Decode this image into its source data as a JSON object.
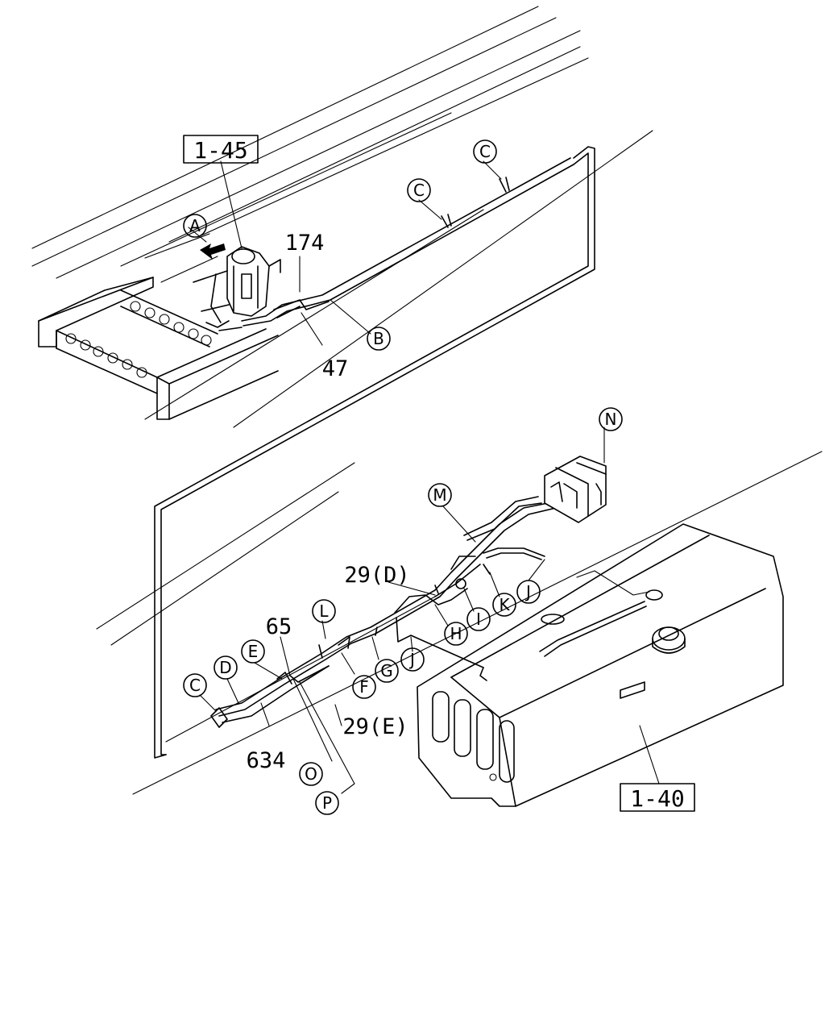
{
  "refs": [
    {
      "id": "ref_1_45",
      "label": "1-45"
    },
    {
      "id": "ref_1_40",
      "label": "1-40"
    }
  ],
  "part_numbers": {
    "p174": "174",
    "p47": "47",
    "p29d": "29(D)",
    "p65": "65",
    "p29e": "29(E)",
    "p634": "634"
  },
  "callouts": {
    "A": "A",
    "B": "B",
    "C1": "C",
    "C2": "C",
    "C3": "C",
    "D": "D",
    "E": "E",
    "F": "F",
    "G": "G",
    "H": "H",
    "I": "I",
    "J1": "J",
    "J2": "J",
    "K": "K",
    "L": "L",
    "M": "M",
    "N": "N",
    "O": "O",
    "P": "P"
  }
}
